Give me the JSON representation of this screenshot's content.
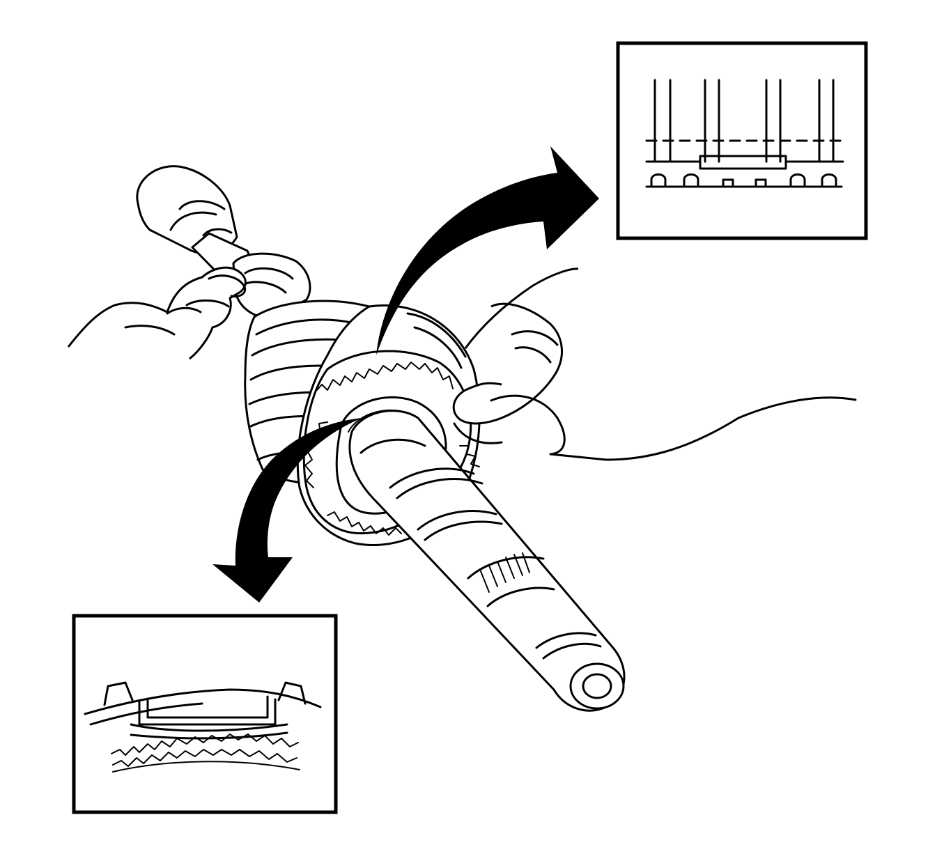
{
  "figure": {
    "description_visible_text": "",
    "colors": {
      "ink": "#000000",
      "background": "#ffffff"
    },
    "parts": [
      "shaft",
      "synchronizer-assembly",
      "blocking-ring",
      "hand-left",
      "hand-right",
      "upper-arrow",
      "lower-arrow",
      "upper-detail-inset",
      "lower-detail-inset"
    ]
  }
}
